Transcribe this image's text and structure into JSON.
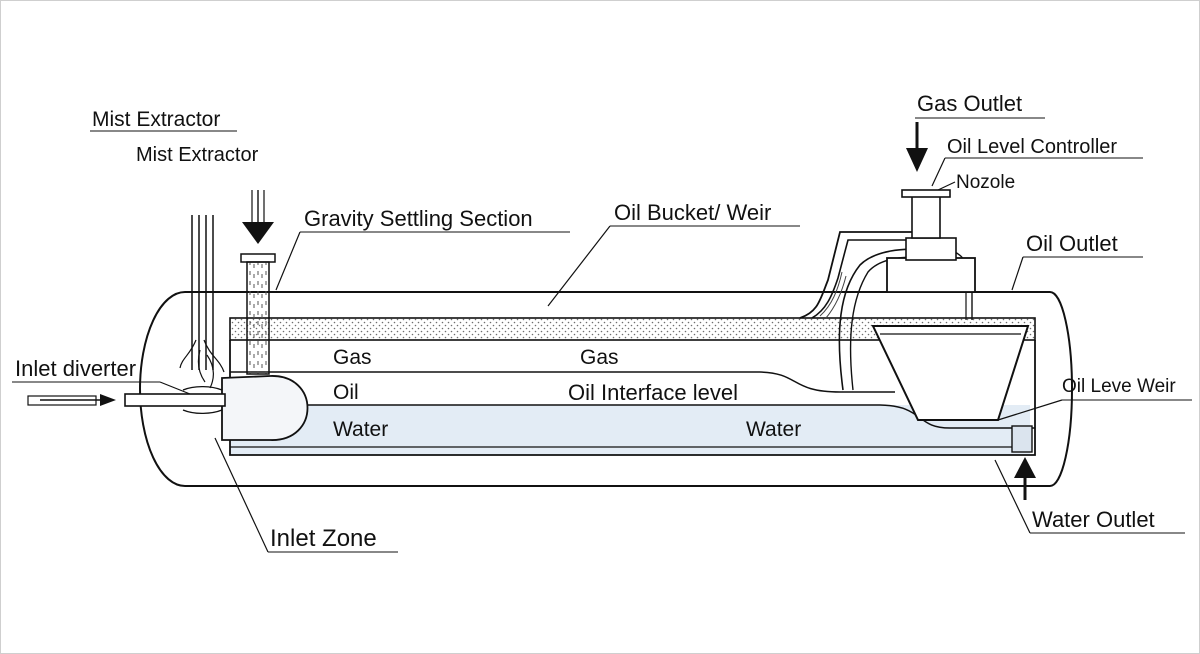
{
  "labels": {
    "mist_extractor_top": "Mist Extractor",
    "mist_extractor_inlet": "Mist Extractor",
    "gravity_settling": "Gravity Settling Section",
    "oil_bucket_weir": "Oil Bucket/ Weir",
    "gas_outlet": "Gas Outlet",
    "oil_level_controller": "Oil Level Controller",
    "nozzle": "Nozole",
    "oil_outlet": "Oil Outlet",
    "inlet_diverter": "Inlet diverter",
    "gas_left": "Gas",
    "gas_mid": "Gas",
    "oil_left": "Oil",
    "oil_interface": "Oil Interface level",
    "water_left": "Water",
    "water_mid": "Water",
    "oil_level_weir": "Oil Leve Weir",
    "inlet_zone": "Inlet Zone",
    "water_outlet": "Water Outlet"
  },
  "colors": {
    "line": "#111111",
    "water": "#e3ecf5",
    "mesh_dots": "#6f6f6f",
    "background": "#ffffff"
  }
}
